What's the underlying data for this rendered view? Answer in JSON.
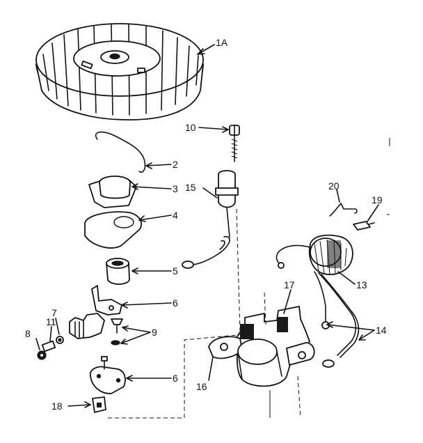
{
  "diagram": {
    "labels": {
      "flywheel": "1A",
      "spring": "2",
      "washer_sleeve": "3",
      "gasket": "4",
      "bushing": "5",
      "breaker_arm": "6",
      "contact_plate": "6",
      "screw_washer_small": "7",
      "nut_small": "8",
      "screws": "9",
      "screw_top": "10",
      "bracket_small": "11",
      "coil": "13",
      "wires": "14",
      "condenser": "15",
      "mount_plate": "16",
      "stator": "17",
      "clip": "18",
      "clip_small": "19",
      "wire_hook": "20"
    },
    "colors": {
      "ink": "#111111",
      "paper": "#ffffff"
    }
  }
}
